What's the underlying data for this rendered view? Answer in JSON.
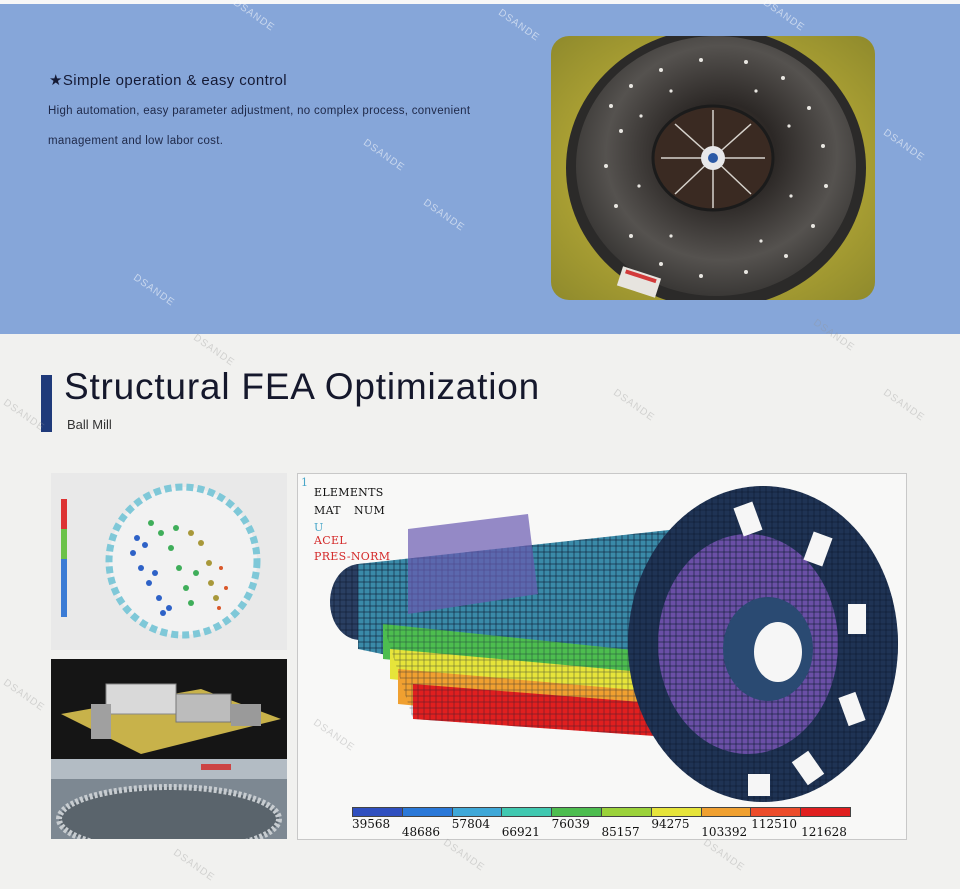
{
  "feature": {
    "title": "★Simple operation & easy control",
    "description": "High automation, easy parameter adjustment, no complex process, convenient management and low labor cost."
  },
  "section": {
    "title": "Structural FEA Optimization",
    "subtitle": "Ball Mill"
  },
  "fea_labels": {
    "frame": "1",
    "elements": "ELEMENTS",
    "mat": "MAT",
    "num": "NUM",
    "u": "U",
    "acel": "ACEL",
    "pres": "PRES-NORM"
  },
  "legend": {
    "colors": [
      "#2f4fbf",
      "#2a78d8",
      "#3fa8d8",
      "#40c8b0",
      "#4dbd4f",
      "#9bd23a",
      "#e6e43a",
      "#f0a030",
      "#ec4c2a",
      "#e01f1f"
    ],
    "values_top": [
      "39568",
      "57804",
      "76039",
      "94275",
      "112510"
    ],
    "values_bottom": [
      "48686",
      "66921",
      "85157",
      "103392",
      "121628"
    ]
  },
  "watermark": "DSANDE",
  "colors": {
    "band": "#86a6d9",
    "accent_bar": "#1f3a7a"
  }
}
